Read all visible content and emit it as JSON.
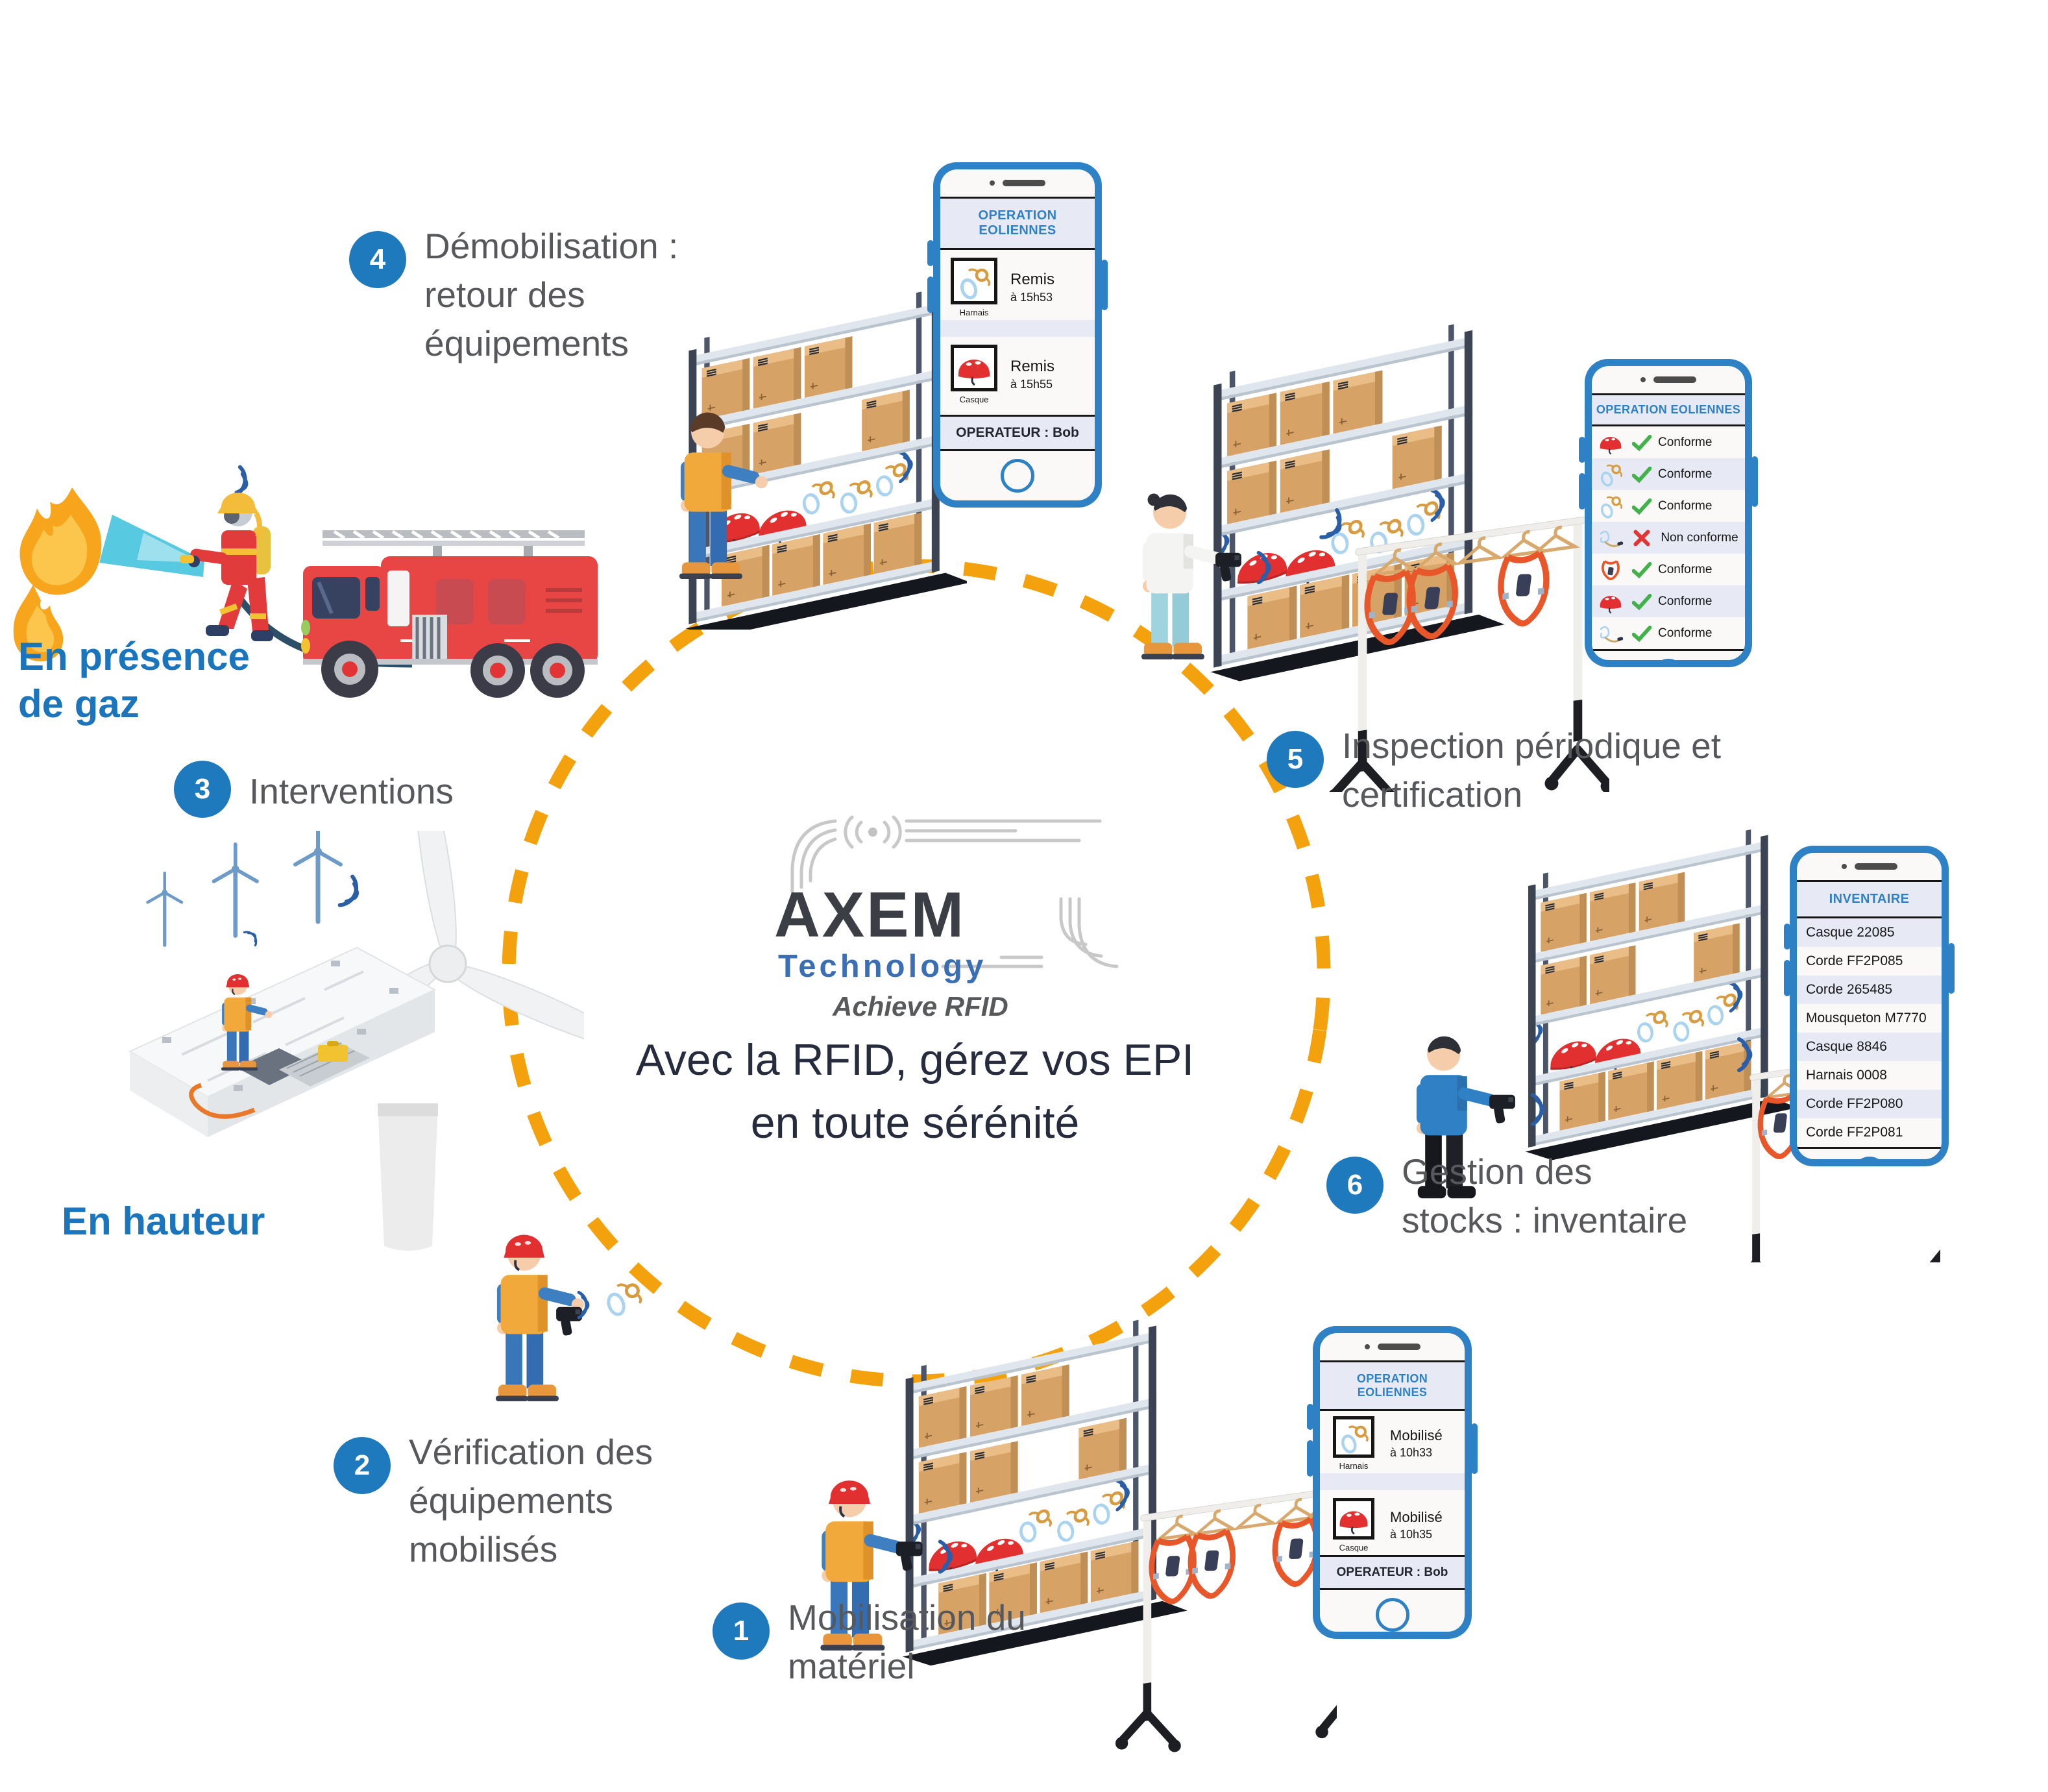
{
  "colors": {
    "accent_orange": "#F3A20D",
    "phone_blue": "#2E81C4",
    "step_badge_blue": "#1F79BD",
    "label_blue": "#1B75BC",
    "step_text_gray": "#57585C",
    "headline_navy": "#262C3E",
    "ok_green": "#43B14B",
    "alert_red": "#E23434",
    "helmet_red": "#E23030"
  },
  "center": {
    "logo_main": "AXEM",
    "logo_sub": "Technology",
    "logo_tagline": "Achieve RFID",
    "headline_line1": "Avec la RFID, gérez vos EPI",
    "headline_line2": "en toute sérénité"
  },
  "steps": [
    {
      "number": "1",
      "lines": [
        "Mobilisation du",
        "matériel"
      ]
    },
    {
      "number": "2",
      "lines": [
        "Vérification des",
        "équipements",
        "mobilisés"
      ]
    },
    {
      "number": "3",
      "lines": [
        "Interventions"
      ]
    },
    {
      "number": "4",
      "lines": [
        "Démobilisation :",
        "retour des",
        "équipements"
      ]
    },
    {
      "number": "5",
      "lines": [
        "Inspection périodique et",
        "certification"
      ]
    },
    {
      "number": "6",
      "lines": [
        "Gestion des",
        "stocks : inventaire"
      ]
    }
  ],
  "context_labels": {
    "gas_line1": "En présence",
    "gas_line2": "de gaz",
    "height": "En hauteur"
  },
  "phones": {
    "demobilisation": {
      "header": "OPERATION EOLIENNES",
      "items": [
        {
          "icon": "harnais-mousqueton",
          "label": "Harnais",
          "status": "Remis",
          "time": "à 15h53"
        },
        {
          "icon": "casque",
          "label": "Casque",
          "status": "Remis",
          "time": "à 15h55"
        }
      ],
      "footer": "OPERATEUR : Bob"
    },
    "inspection": {
      "header": "OPERATION EOLIENNES",
      "items": [
        {
          "icon": "casque",
          "result": "Conforme",
          "ok": true
        },
        {
          "icon": "mousqueton",
          "result": "Conforme",
          "ok": true
        },
        {
          "icon": "mousqueton",
          "result": "Conforme",
          "ok": true
        },
        {
          "icon": "longe",
          "result": "Non conforme",
          "ok": false
        },
        {
          "icon": "harnais",
          "result": "Conforme",
          "ok": true
        },
        {
          "icon": "casque",
          "result": "Conforme",
          "ok": true
        },
        {
          "icon": "longe",
          "result": "Conforme",
          "ok": true
        }
      ]
    },
    "inventaire": {
      "header": "INVENTAIRE",
      "items": [
        "Casque 22085",
        "Corde FF2P085",
        "Corde 265485",
        "Mousqueton M7770",
        "Casque 8846",
        "Harnais 0008",
        "Corde FF2P080",
        "Corde FF2P081"
      ]
    },
    "mobilisation": {
      "header": "OPERATION EOLIENNES",
      "items": [
        {
          "icon": "harnais-mousqueton",
          "label": "Harnais",
          "status": "Mobilisé",
          "time": "à 10h33"
        },
        {
          "icon": "casque",
          "label": "Casque",
          "status": "Mobilisé",
          "time": "à 10h35"
        }
      ],
      "footer": "OPERATEUR : Bob"
    }
  }
}
